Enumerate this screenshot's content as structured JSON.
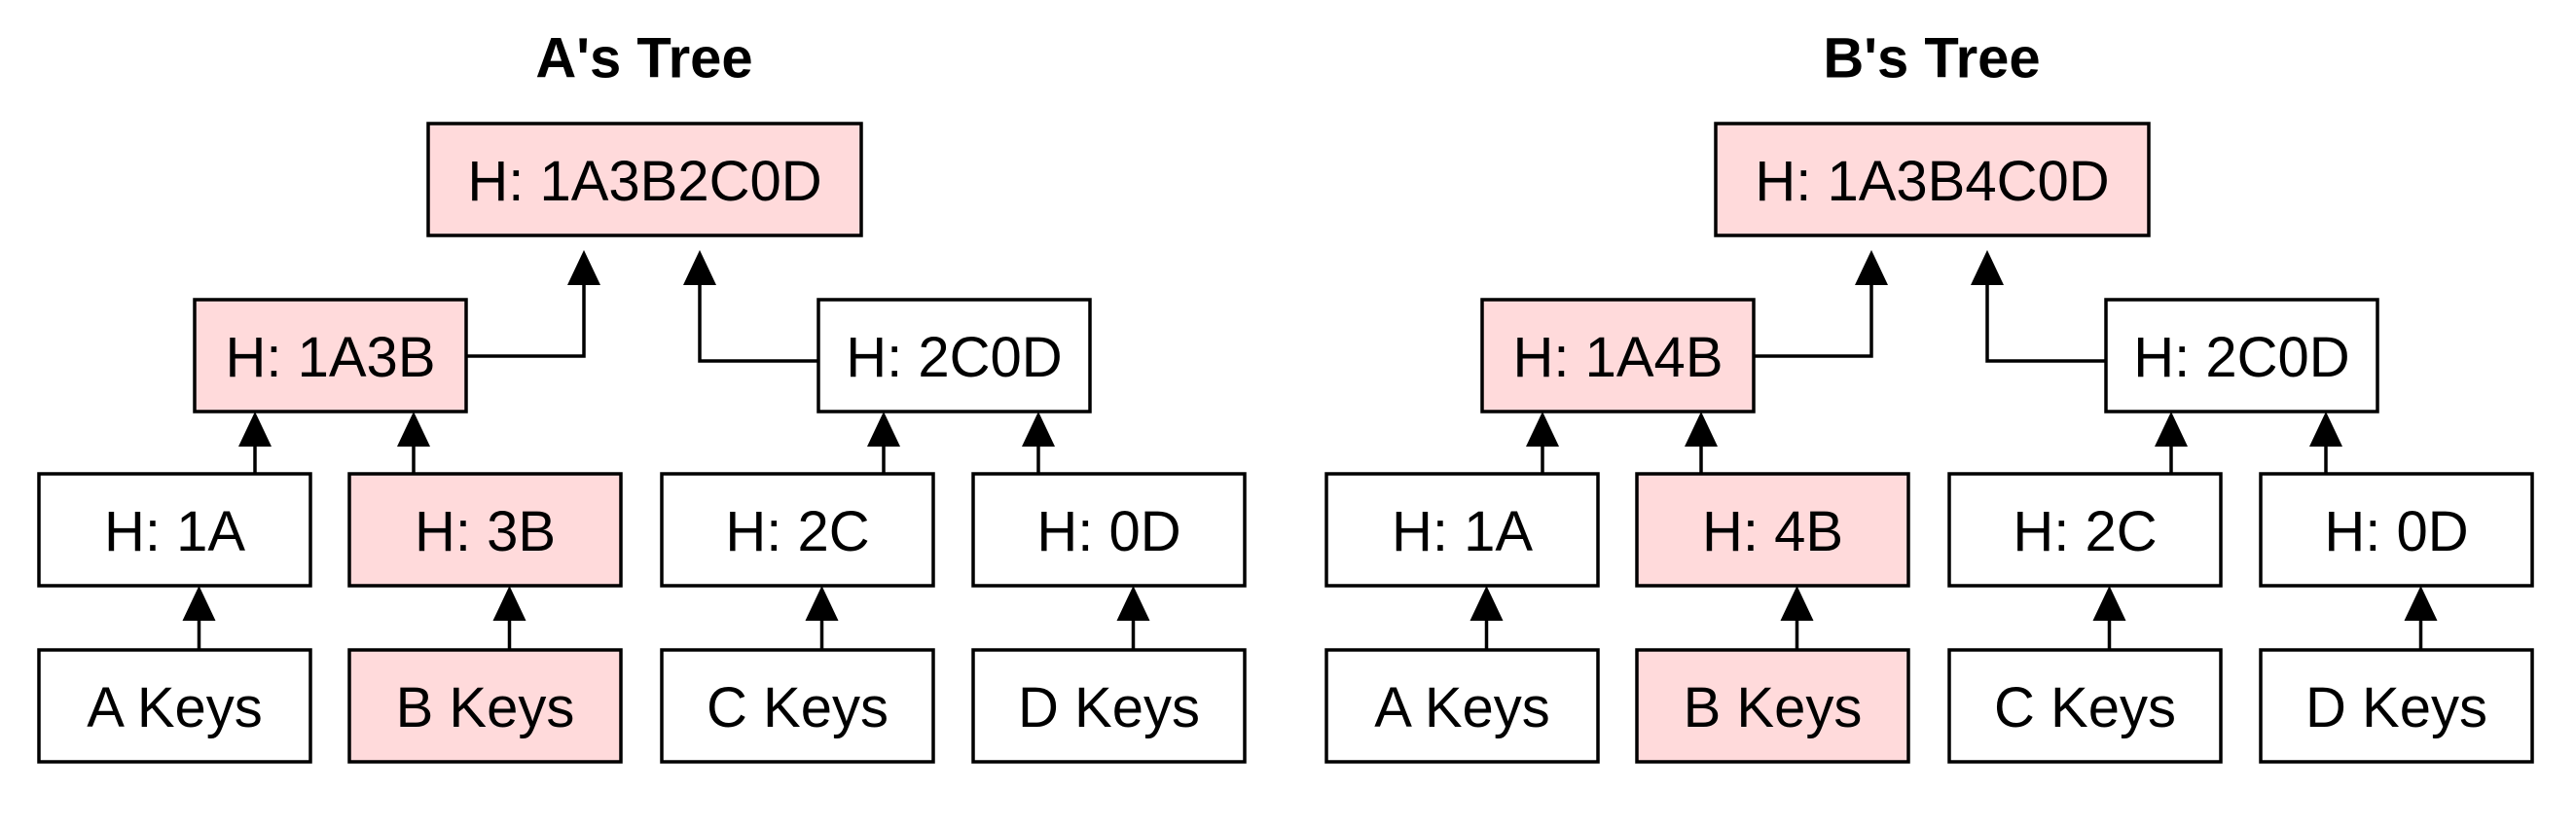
{
  "colors": {
    "highlight": "#FFDADB",
    "plain": "#FFFFFF",
    "stroke": "#000000"
  },
  "trees": [
    {
      "title": "A's Tree",
      "root": {
        "label": "H: 1A3B2C0D",
        "highlight": true
      },
      "mid": [
        {
          "label": "H: 1A3B",
          "highlight": true
        },
        {
          "label": "H: 2C0D",
          "highlight": false
        }
      ],
      "hashes": [
        {
          "label": "H: 1A",
          "highlight": false
        },
        {
          "label": "H: 3B",
          "highlight": true
        },
        {
          "label": "H: 2C",
          "highlight": false
        },
        {
          "label": "H: 0D",
          "highlight": false
        }
      ],
      "keys": [
        {
          "label": "A Keys",
          "highlight": false
        },
        {
          "label": "B Keys",
          "highlight": true
        },
        {
          "label": "C Keys",
          "highlight": false
        },
        {
          "label": "D Keys",
          "highlight": false
        }
      ]
    },
    {
      "title": "B's Tree",
      "root": {
        "label": "H: 1A3B4C0D",
        "highlight": true
      },
      "mid": [
        {
          "label": "H: 1A4B",
          "highlight": true
        },
        {
          "label": "H: 2C0D",
          "highlight": false
        }
      ],
      "hashes": [
        {
          "label": "H: 1A",
          "highlight": false
        },
        {
          "label": "H: 4B",
          "highlight": true
        },
        {
          "label": "H: 2C",
          "highlight": false
        },
        {
          "label": "H: 0D",
          "highlight": false
        }
      ],
      "keys": [
        {
          "label": "A Keys",
          "highlight": false
        },
        {
          "label": "B Keys",
          "highlight": true
        },
        {
          "label": "C Keys",
          "highlight": false
        },
        {
          "label": "D Keys",
          "highlight": false
        }
      ]
    }
  ]
}
